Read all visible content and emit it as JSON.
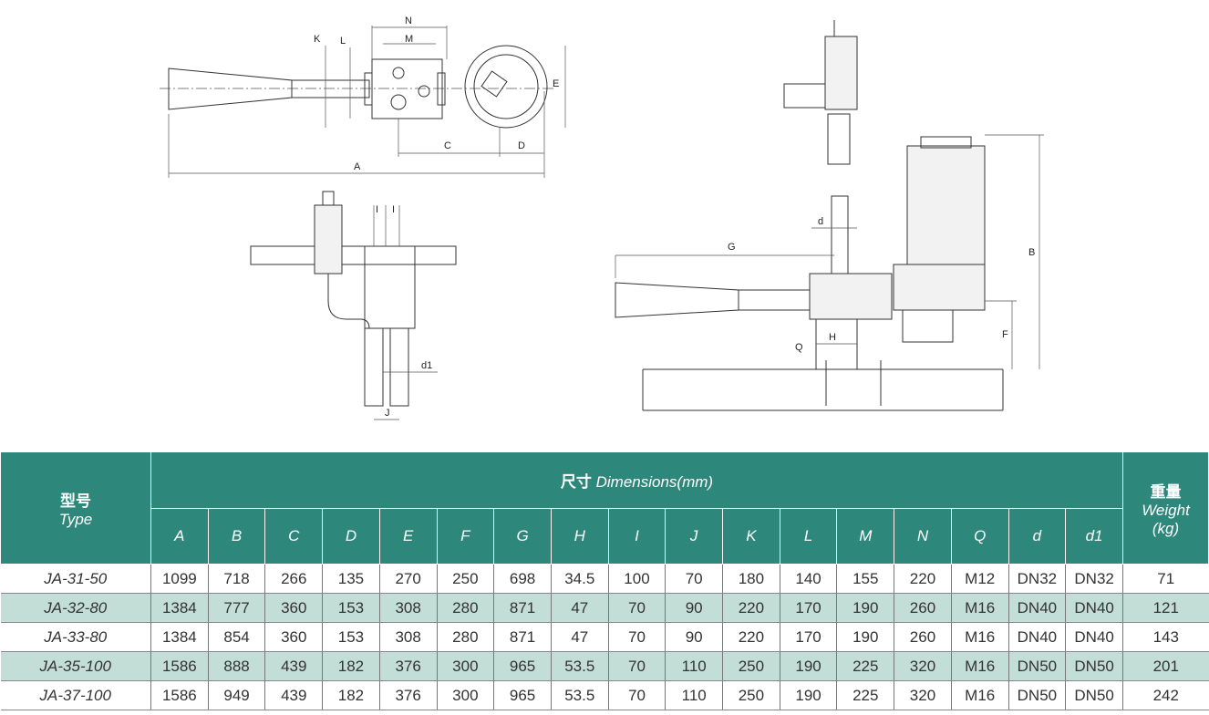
{
  "drawing_labels": {
    "top_view": {
      "N": "N",
      "M": "M",
      "K": "K",
      "L": "L",
      "E": "E",
      "C": "C",
      "D": "D",
      "A": "A"
    },
    "side_view": {
      "I1": "I",
      "I2": "I",
      "d1": "d1",
      "J": "J"
    },
    "elevation": {
      "G": "G",
      "d": "d",
      "B": "B",
      "F": "F",
      "Q": "Q",
      "H": "H"
    }
  },
  "table": {
    "type_header_cn": "型号",
    "type_header_en": "Type",
    "dimensions_header_cn": "尺寸",
    "dimensions_header_en": "Dimensions(mm)",
    "weight_header_cn": "重量",
    "weight_header_en": "Weight",
    "weight_unit": "(kg)",
    "columns": [
      "A",
      "B",
      "C",
      "D",
      "E",
      "F",
      "G",
      "H",
      "I",
      "J",
      "K",
      "L",
      "M",
      "N",
      "Q",
      "d",
      "d1"
    ],
    "rows": [
      {
        "type": "JA-31-50",
        "values": [
          "1099",
          "718",
          "266",
          "135",
          "270",
          "250",
          "698",
          "34.5",
          "100",
          "70",
          "180",
          "140",
          "155",
          "220",
          "M12",
          "DN32",
          "DN32"
        ],
        "weight": "71"
      },
      {
        "type": "JA-32-80",
        "values": [
          "1384",
          "777",
          "360",
          "153",
          "308",
          "280",
          "871",
          "47",
          "70",
          "90",
          "220",
          "170",
          "190",
          "260",
          "M16",
          "DN40",
          "DN40"
        ],
        "weight": "121"
      },
      {
        "type": "JA-33-80",
        "values": [
          "1384",
          "854",
          "360",
          "153",
          "308",
          "280",
          "871",
          "47",
          "70",
          "90",
          "220",
          "170",
          "190",
          "260",
          "M16",
          "DN40",
          "DN40"
        ],
        "weight": "143"
      },
      {
        "type": "JA-35-100",
        "values": [
          "1586",
          "888",
          "439",
          "182",
          "376",
          "300",
          "965",
          "53.5",
          "70",
          "110",
          "250",
          "190",
          "225",
          "320",
          "M16",
          "DN50",
          "DN50"
        ],
        "weight": "201"
      },
      {
        "type": "JA-37-100",
        "values": [
          "1586",
          "949",
          "439",
          "182",
          "376",
          "300",
          "965",
          "53.5",
          "70",
          "110",
          "250",
          "190",
          "225",
          "320",
          "M16",
          "DN50",
          "DN50"
        ],
        "weight": "242"
      }
    ]
  },
  "colors": {
    "header": "#2e877b",
    "alt_row": "#c3ddd7"
  }
}
